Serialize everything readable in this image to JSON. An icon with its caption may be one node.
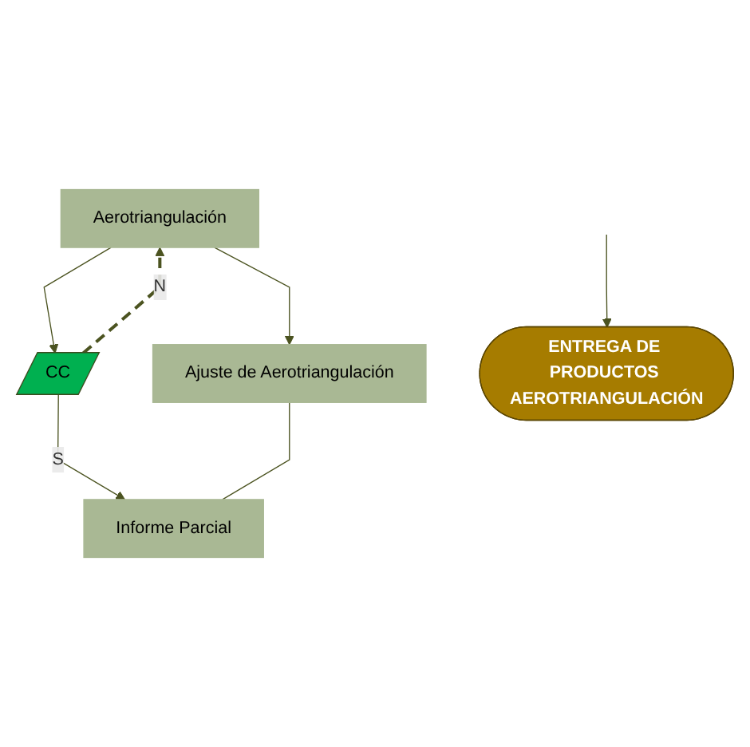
{
  "diagram": {
    "nodes": [
      {
        "text": [
          "Aerotriangulación"
        ]
      },
      {
        "text": [
          "CC"
        ]
      },
      {
        "text": [
          "Ajuste de Aerotriangulación"
        ]
      },
      {
        "text": [
          "Informe Parcial"
        ]
      },
      {
        "text": [
          "ENTREGA DE PRODUCTOS AEROTRIANGULACIÓN"
        ]
      }
    ],
    "edges": [
      {
        "from": 0,
        "to": 1,
        "arrow": "to"
      },
      {
        "from": 1,
        "to": 0,
        "label": "N",
        "arrow": "to",
        "style": "dashed"
      },
      {
        "from": 0,
        "to": 2,
        "arrow": "to"
      },
      {
        "from": 1,
        "to": 3,
        "label": "S",
        "arrow": "to"
      },
      {
        "from": 2,
        "to": 3,
        "arrow": "none"
      },
      {
        "from": null,
        "to": 4,
        "arrow": "to"
      }
    ]
  }
}
